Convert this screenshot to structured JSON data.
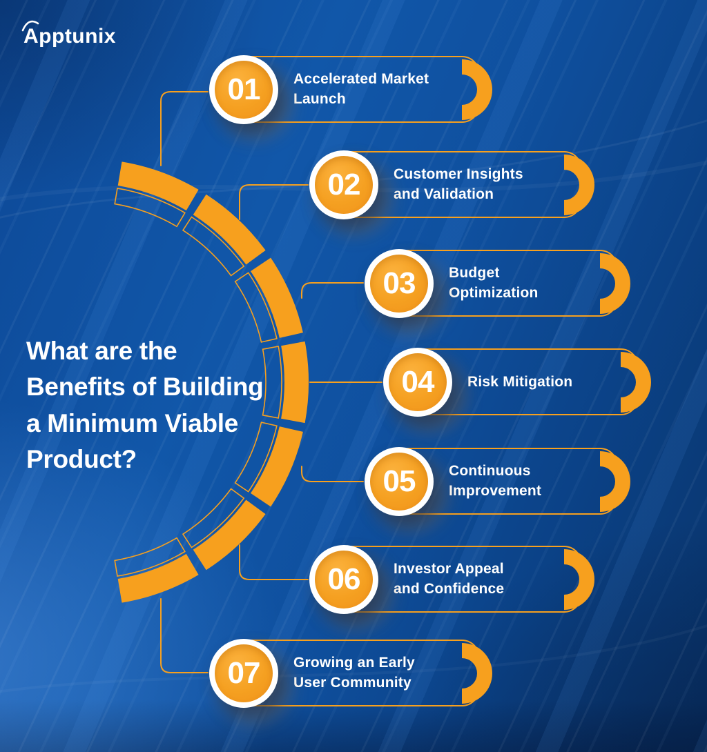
{
  "brand": {
    "name": "Apptunix"
  },
  "title": "What are the\nBenefits of Building\na Minimum Viable\nProduct?",
  "items": [
    {
      "number": "01",
      "label": "Accelerated Market\nLaunch"
    },
    {
      "number": "02",
      "label": "Customer Insights\nand Validation"
    },
    {
      "number": "03",
      "label": "Budget\nOptimization"
    },
    {
      "number": "04",
      "label": "Risk Mitigation"
    },
    {
      "number": "05",
      "label": "Continuous\nImprovement"
    },
    {
      "number": "06",
      "label": "Investor Appeal\nand Confidence"
    },
    {
      "number": "07",
      "label": "Growing an Early\nUser Community"
    }
  ],
  "colors": {
    "accent": "#F7A01E",
    "background": "#0F509F",
    "text": "#FFFFFF"
  }
}
